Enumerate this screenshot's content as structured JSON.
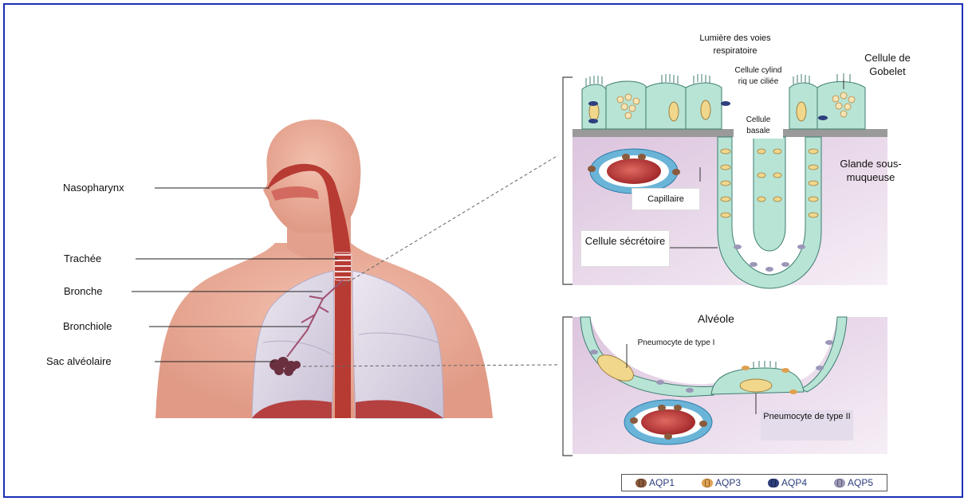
{
  "left_labels": {
    "nasopharynx": "Nasopharynx",
    "trachee": "Trachée",
    "bronche": "Bronche",
    "bronchiole": "Bronchiole",
    "sac_alveolaire": "Sac alvéolaire"
  },
  "airway_panel": {
    "lumiere": "Lumière des voies respiratoire",
    "cellule_gobelet": "Cellule de Gobelet",
    "cellule_cylindrique": "Cellule cylindriq ue ciliée",
    "cellule_basale": "Cellule basale",
    "glande": "Glande sous-muqueuse",
    "capillaire": "Capillaire",
    "cellule_secretoire": "Cellule sécrétoire"
  },
  "alveole_panel": {
    "alveole": "Alvéole",
    "pneumocyte_1": "Pneumocyte de type I",
    "pneumocyte_2": "Pneumocyte de type II"
  },
  "legend": {
    "items": [
      {
        "label": "AQP1",
        "color": "#8b5a3c"
      },
      {
        "label": "AQP3",
        "color": "#e0a050"
      },
      {
        "label": "AQP4",
        "color": "#2d3f7e"
      },
      {
        "label": "AQP5",
        "color": "#9a97b8"
      }
    ]
  },
  "colors": {
    "frame": "#1c2fb5",
    "skin": "#e8a592",
    "airway": "#b73b33",
    "lung": "#d8d2e0",
    "epithelium": "#a8dccd",
    "submucosa": "#e9d8ea",
    "capillary_blood": "#c0373a",
    "capillary_wall": "#6ab4d8"
  }
}
